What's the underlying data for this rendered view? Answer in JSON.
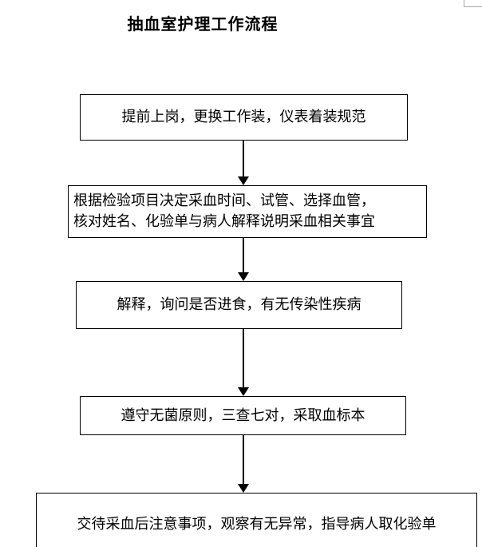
{
  "document": {
    "title": "抽血室护理工作流程",
    "corner_mark": "page-corner-guide",
    "line_color": "#000000",
    "background_color": "#ffffff"
  },
  "flowchart": {
    "type": "flowchart",
    "orientation": "top-to-bottom",
    "nodes": [
      {
        "id": "step-1",
        "text": "提前上岗，更换工作装，仪表着装规范",
        "shape": "rectangle",
        "lines": 1
      },
      {
        "id": "step-2",
        "text": "根据检验项目决定采血时间、试管、选择血管，\n核对姓名、化验单与病人解释说明采血相关事宜",
        "shape": "rectangle",
        "lines": 2
      },
      {
        "id": "step-3",
        "text": "解释，询问是否进食，有无传染性疾病",
        "shape": "rectangle",
        "lines": 1
      },
      {
        "id": "step-4",
        "text": "遵守无菌原则，三查七对，采取血标本",
        "shape": "rectangle",
        "lines": 1
      },
      {
        "id": "step-5",
        "text": "交待采血后注意事项，观察有无异常，指导病人取化验单",
        "shape": "rectangle",
        "lines": 1
      }
    ],
    "connectors": [
      {
        "id": "arrow-1-2",
        "from": "step-1",
        "to": "step-2",
        "style": "solid-arrow-down"
      },
      {
        "id": "arrow-2-3",
        "from": "step-2",
        "to": "step-3",
        "style": "solid-arrow-down"
      },
      {
        "id": "arrow-3-4",
        "from": "step-3",
        "to": "step-4",
        "style": "solid-arrow-down"
      },
      {
        "id": "arrow-4-5",
        "from": "step-4",
        "to": "step-5",
        "style": "solid-arrow-down"
      }
    ]
  }
}
